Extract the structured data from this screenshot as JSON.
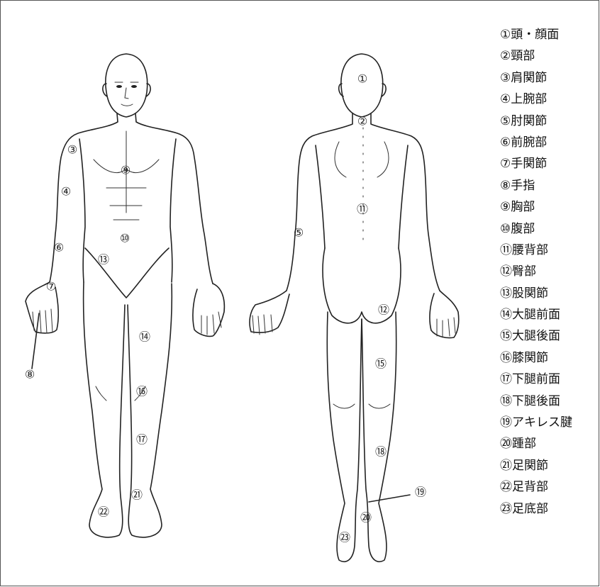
{
  "legend": [
    "①頭・顔面",
    "②頸部",
    "③肩関節",
    "④上腕部",
    "⑤肘関節",
    "⑥前腕部",
    "⑦手関節",
    "⑧手指",
    "⑨胸部",
    "⑩腹部",
    "⑪腰背部",
    "⑫臀部",
    "⑬股関節",
    "⑭大腿前面",
    "⑮大腿後面",
    "⑯膝関節",
    "⑰下腿前面",
    "⑱下腿後面",
    "⑲アキレス腱",
    "⑳踵部",
    "㉑足関節",
    "㉒足背部",
    "㉓足底部"
  ],
  "front_markers": {
    "m3": "③",
    "m9": "⑨",
    "m4": "④",
    "m6": "⑥",
    "m10": "⑩",
    "m7": "⑦",
    "m13": "⑬",
    "m8": "⑧",
    "m14": "⑭",
    "m16": "⑯",
    "m17": "⑰",
    "m21": "㉑",
    "m22": "㉒"
  },
  "back_markers": {
    "m1": "①",
    "m2": "②",
    "m5": "⑤",
    "m11": "⑪",
    "m12": "⑫",
    "m15": "⑮",
    "m18": "⑱",
    "m19": "⑲",
    "m20": "⑳",
    "m23": "㉓"
  }
}
